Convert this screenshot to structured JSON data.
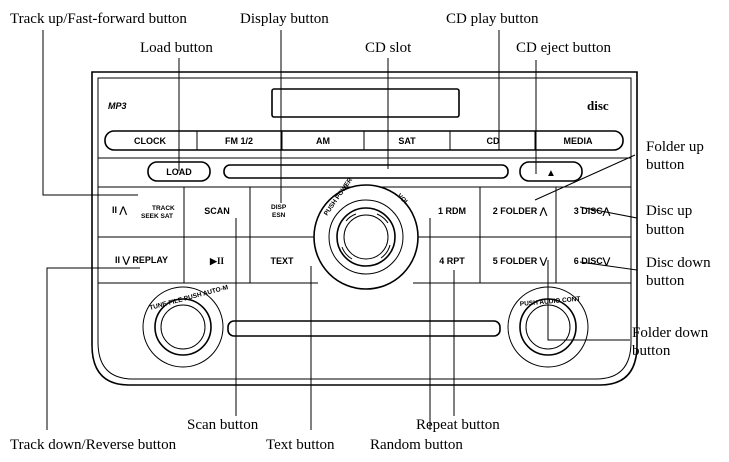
{
  "callouts": {
    "track_up": "Track up/Fast-forward button",
    "display": "Display button",
    "cd_play": "CD play button",
    "load": "Load button",
    "cd_slot": "CD slot",
    "cd_eject": "CD eject button",
    "folder_up_1": "Folder up",
    "folder_up_2": "button",
    "disc_up_1": "Disc up",
    "disc_up_2": "button",
    "disc_down_1": "Disc down",
    "disc_down_2": "button",
    "folder_down_1": "Folder down",
    "folder_down_2": "button",
    "scan": "Scan button",
    "repeat": "Repeat button",
    "track_down": "Track down/Reverse button",
    "text": "Text button",
    "random": "Random button"
  },
  "panel": {
    "mp3_logo": "MP3",
    "disc_logo": "disc",
    "source_row": [
      "CLOCK",
      "FM 1/2",
      "AM",
      "SAT",
      "CD",
      "MEDIA"
    ],
    "load": "LOAD",
    "eject_symbol": "▲",
    "track_up_arrow": "II ⋀",
    "track_label_1": "TRACK",
    "track_label_2": "SEEK SAT",
    "scan": "SCAN",
    "disp_1": "DISP",
    "disp_2": "ESN",
    "btn_1": "1 RDM",
    "btn_2": "2 FOLDER ⋀",
    "btn_3": "3 DISC⋀",
    "replay": "II ⋁ REPLAY",
    "play_pause": "▶II",
    "text": "TEXT",
    "btn_4": "4 RPT",
    "btn_5": "5 FOLDER ⋁",
    "btn_6": "6 DISC⋁",
    "knob_power": "PUSH POWER",
    "knob_vol": "VOL",
    "left_knob": "TUNE·FILE PUSH AUTO-M",
    "right_knob": "PUSH AUDIO CONT"
  }
}
